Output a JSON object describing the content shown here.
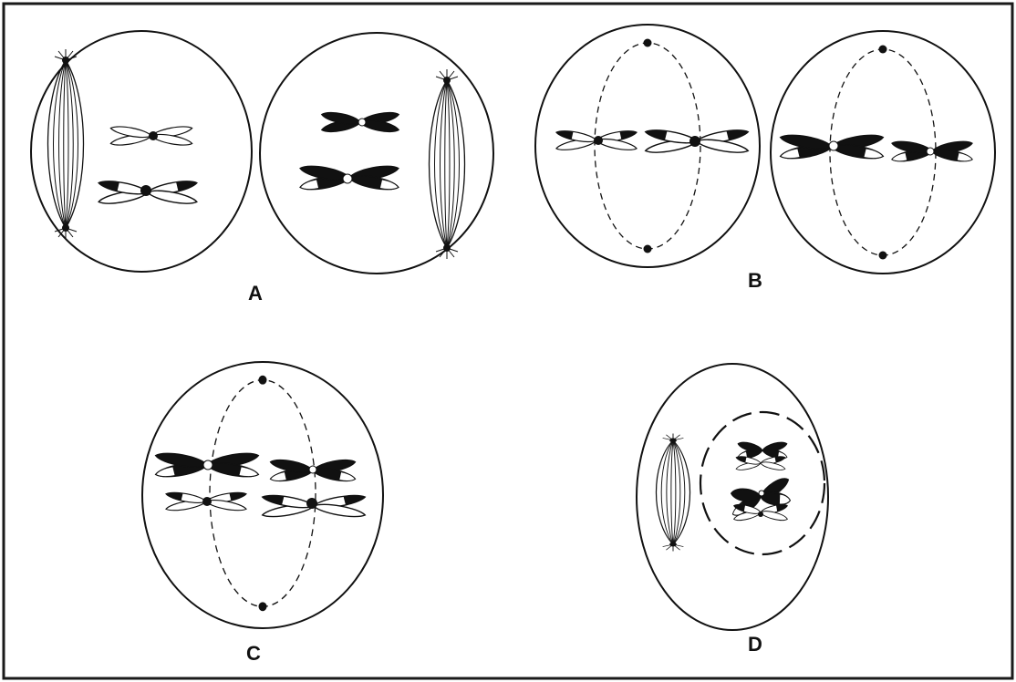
{
  "figure": {
    "panels": [
      {
        "label": "A"
      },
      {
        "label": "B"
      },
      {
        "label": "C"
      },
      {
        "label": "D"
      }
    ]
  },
  "colors": {
    "ink": "#111111",
    "background": "#ffffff",
    "border": "#1a1a1a"
  }
}
